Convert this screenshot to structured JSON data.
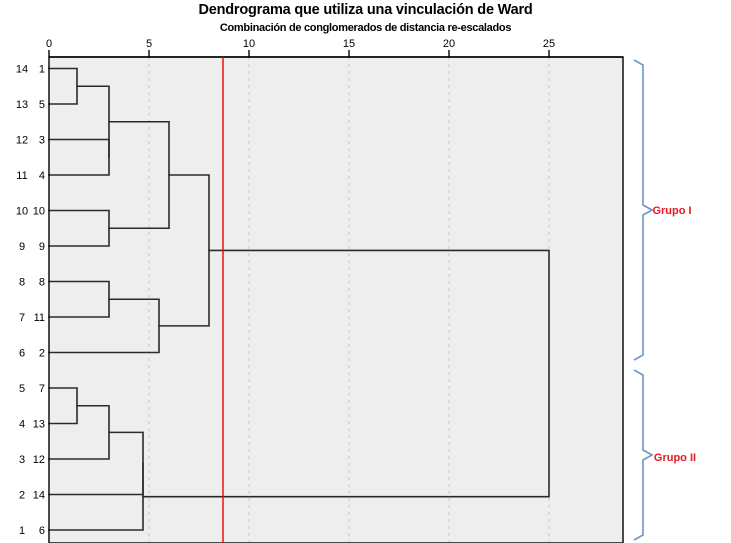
{
  "header": {
    "title": "Dendrograma que utiliza una vinculación de Ward",
    "subtitle": "Combinación de conglomerados de distancia re-escalados"
  },
  "colors": {
    "plot_background": "#eeeeee",
    "plot_border": "#000000",
    "link_line": "#2b2b2b",
    "gridline": "#cccccc",
    "cut_line": "#ee0000",
    "bracket": "#6b94c4",
    "group_label": "#e8171f"
  },
  "chart_data": {
    "type": "dendrogram",
    "title": "Dendrograma que utiliza una vinculación de Ward",
    "xlabel": "Combinación de conglomerados de distancia re-escalados",
    "xticks": [
      0,
      5,
      10,
      15,
      20,
      25
    ],
    "xlim": [
      0,
      28.7
    ],
    "grid": true,
    "orientation": "horizontal",
    "leaf_order": [
      {
        "row": 14,
        "case": 1
      },
      {
        "row": 13,
        "case": 5
      },
      {
        "row": 12,
        "case": 3
      },
      {
        "row": 11,
        "case": 4
      },
      {
        "row": 10,
        "case": 10
      },
      {
        "row": 9,
        "case": 9
      },
      {
        "row": 8,
        "case": 8
      },
      {
        "row": 7,
        "case": 11
      },
      {
        "row": 6,
        "case": 2
      },
      {
        "row": 5,
        "case": 7
      },
      {
        "row": 4,
        "case": 13
      },
      {
        "row": 3,
        "case": 12
      },
      {
        "row": 2,
        "case": 14
      },
      {
        "row": 1,
        "case": 6
      }
    ],
    "row_axis_labels": [
      "14",
      "13",
      "12",
      "11",
      "10",
      "9",
      "8",
      "7",
      "6",
      "5",
      "4",
      "3",
      "2",
      "1"
    ],
    "case_axis_labels": [
      "1",
      "5",
      "3",
      "4",
      "10",
      "9",
      "8",
      "11",
      "2",
      "7",
      "13",
      "12",
      "14",
      "6"
    ],
    "merges": [
      {
        "id": "m1",
        "left": "case-1",
        "right": "case-5",
        "distance": 1.4
      },
      {
        "id": "m2",
        "left": "m1",
        "right": "case-3c4",
        "distance": 3.0
      },
      {
        "id": "m3",
        "left": "case-3",
        "right": "case-4",
        "distance": 3.0
      },
      {
        "id": "m4",
        "left": "case-10",
        "right": "case-9",
        "distance": 3.0
      },
      {
        "id": "m5",
        "left": "m2",
        "right": "m4",
        "distance": 6.0
      },
      {
        "id": "m6",
        "left": "case-8",
        "right": "case-11",
        "distance": 3.0
      },
      {
        "id": "m7",
        "left": "m6",
        "right": "case-2",
        "distance": 5.5
      },
      {
        "id": "m8",
        "left": "m7",
        "right": "m5",
        "distance": 8.0
      },
      {
        "id": "m9",
        "left": "case-7",
        "right": "case-13",
        "distance": 1.4
      },
      {
        "id": "m10",
        "left": "m9",
        "right": "case-12",
        "distance": 3.0
      },
      {
        "id": "m11",
        "left": "m10",
        "right": "case-14",
        "distance": 4.7
      },
      {
        "id": "m12",
        "left": "m11",
        "right": "case-6",
        "distance": 4.7
      },
      {
        "id": "m13",
        "left": "m8",
        "right": "m12",
        "distance": 25.0
      }
    ],
    "cut_line": {
      "distance": 8.7,
      "color": "#ee0000"
    },
    "annotations": [
      {
        "name": "grupo-1",
        "label": "Grupo I",
        "rows_from": 14,
        "rows_to": 6
      },
      {
        "name": "grupo-2",
        "label": "Grupo II",
        "rows_from": 5,
        "rows_to": 1
      }
    ]
  },
  "groups": {
    "grupo_1_label": "Grupo I",
    "grupo_2_label": "Grupo II"
  },
  "axis": {
    "tick_0": "0",
    "tick_5": "5",
    "tick_10": "10",
    "tick_15": "15",
    "tick_20": "20",
    "tick_25": "25"
  }
}
